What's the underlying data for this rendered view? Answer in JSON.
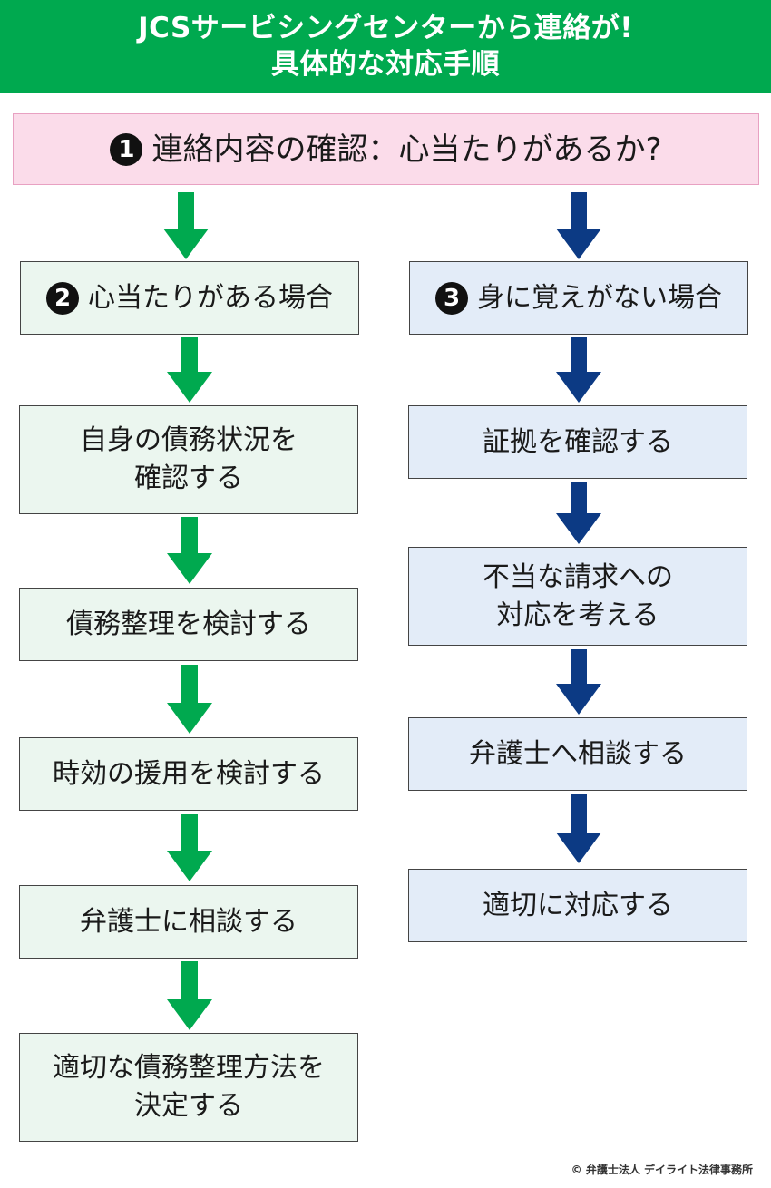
{
  "header": {
    "line1": "JCSサービシングセンターから連絡が!",
    "line2": "具体的な対応手順"
  },
  "step1": {
    "num": "1",
    "label": "連絡内容の確認：心当たりがあるか?"
  },
  "left": {
    "title": {
      "num": "2",
      "label": "心当たりがある場合"
    },
    "steps": [
      "自身の債務状況を\n確認する",
      "債務整理を検討する",
      "時効の援用を検討する",
      "弁護士に相談する",
      "適切な債務整理方法を\n決定する"
    ]
  },
  "right": {
    "title": {
      "num": "3",
      "label": "身に覚えがない場合"
    },
    "steps": [
      "証拠を確認する",
      "不当な請求への\n対応を考える",
      "弁護士へ相談する",
      "適切に対応する"
    ]
  },
  "colors": {
    "header_bg": "#00a94f",
    "green_arrow": "#00a94f",
    "blue_arrow": "#0c3a84",
    "green_box": "#ebf6ef",
    "blue_box": "#e3ecf8",
    "top_box": "#fbdcea"
  },
  "footer": {
    "copyright": "© 弁護士法人 デイライト法律事務所"
  }
}
